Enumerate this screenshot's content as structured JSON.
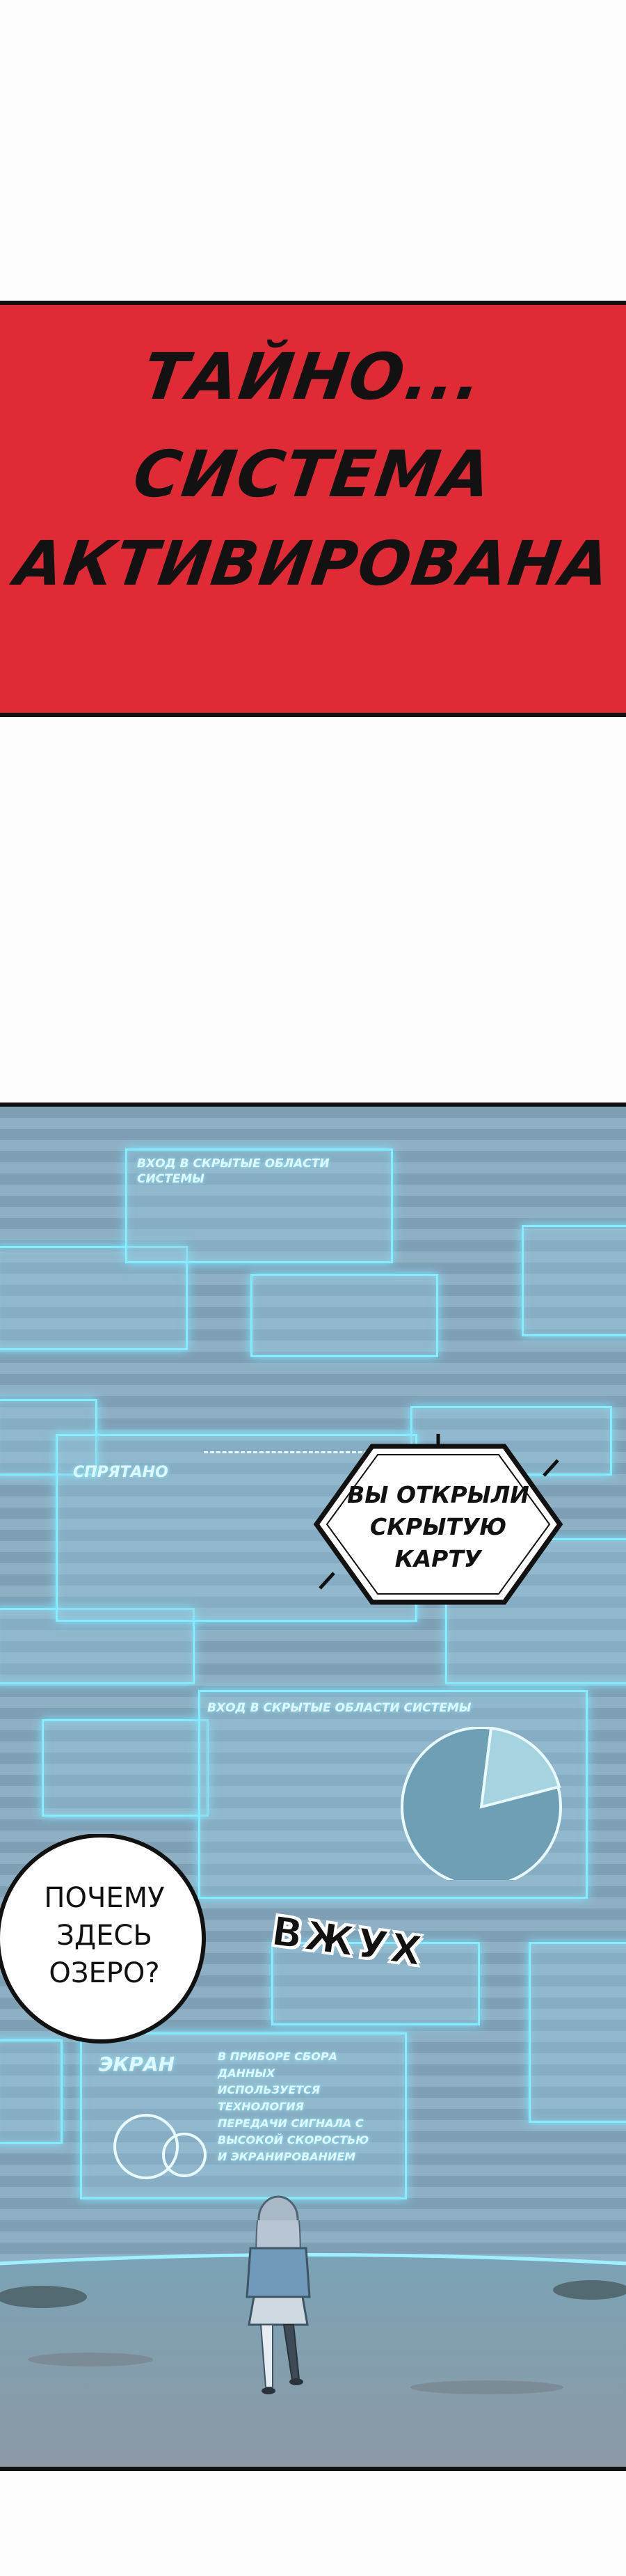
{
  "title_panel": {
    "lines": [
      "ТАЙНО...",
      "СИСТЕМА",
      "АКТИВИРОВАНА"
    ],
    "background": "#e02a35"
  },
  "tech_panel": {
    "window_top_label": "ВХОД В СКРЫТЫЕ ОБЛАСТИ СИСТЕМЫ",
    "window_hidden_label": "СПРЯТАНО",
    "window_chart_label": "ВХОД В СКРЫТЫЕ ОБЛАСТИ СИСТЕМЫ",
    "window_screen_label": "ЭКРАН",
    "window_screen_text": [
      "В ПРИБОРЕ СБОРА",
      "ДАННЫХ",
      "ИСПОЛЬЗУЕТСЯ",
      "ТЕХНОЛОГИЯ",
      "ПЕРЕДАЧИ СИГНАЛА С",
      "ВЫСОКОЙ СКОРОСТЬЮ",
      "И ЭКРАНИРОВАНИЕМ"
    ],
    "glow_color": "#86ecff"
  },
  "speech": {
    "system_bubble": [
      "ВЫ ОТКРЫЛИ",
      "СКРЫТУЮ",
      "КАРТУ"
    ],
    "girl_bubble": [
      "ПОЧЕМУ",
      "ЗДЕСЬ",
      "ОЗЕРО?"
    ],
    "sfx": "ВЖУХ"
  }
}
